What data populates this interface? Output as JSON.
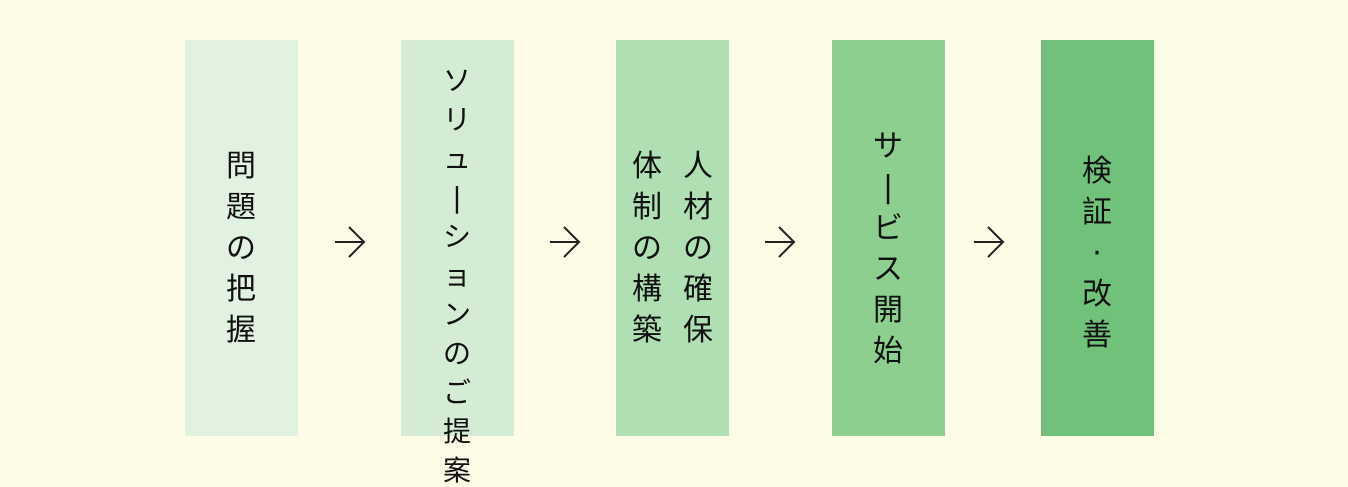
{
  "steps": [
    {
      "text": "問題の把握",
      "color": "#e2f2e1"
    },
    {
      "text": "ソリューションのご提案",
      "color": "#d3ecd3"
    },
    {
      "text": "人材の確保",
      "text2": "体制の構築",
      "color": "#b0dfb3"
    },
    {
      "text": "サービス開始",
      "color": "#8ccf8f"
    },
    {
      "text": "検証・改善",
      "color": "#70c27a"
    }
  ],
  "icons": {
    "arrow": "arrow-right-icon"
  }
}
